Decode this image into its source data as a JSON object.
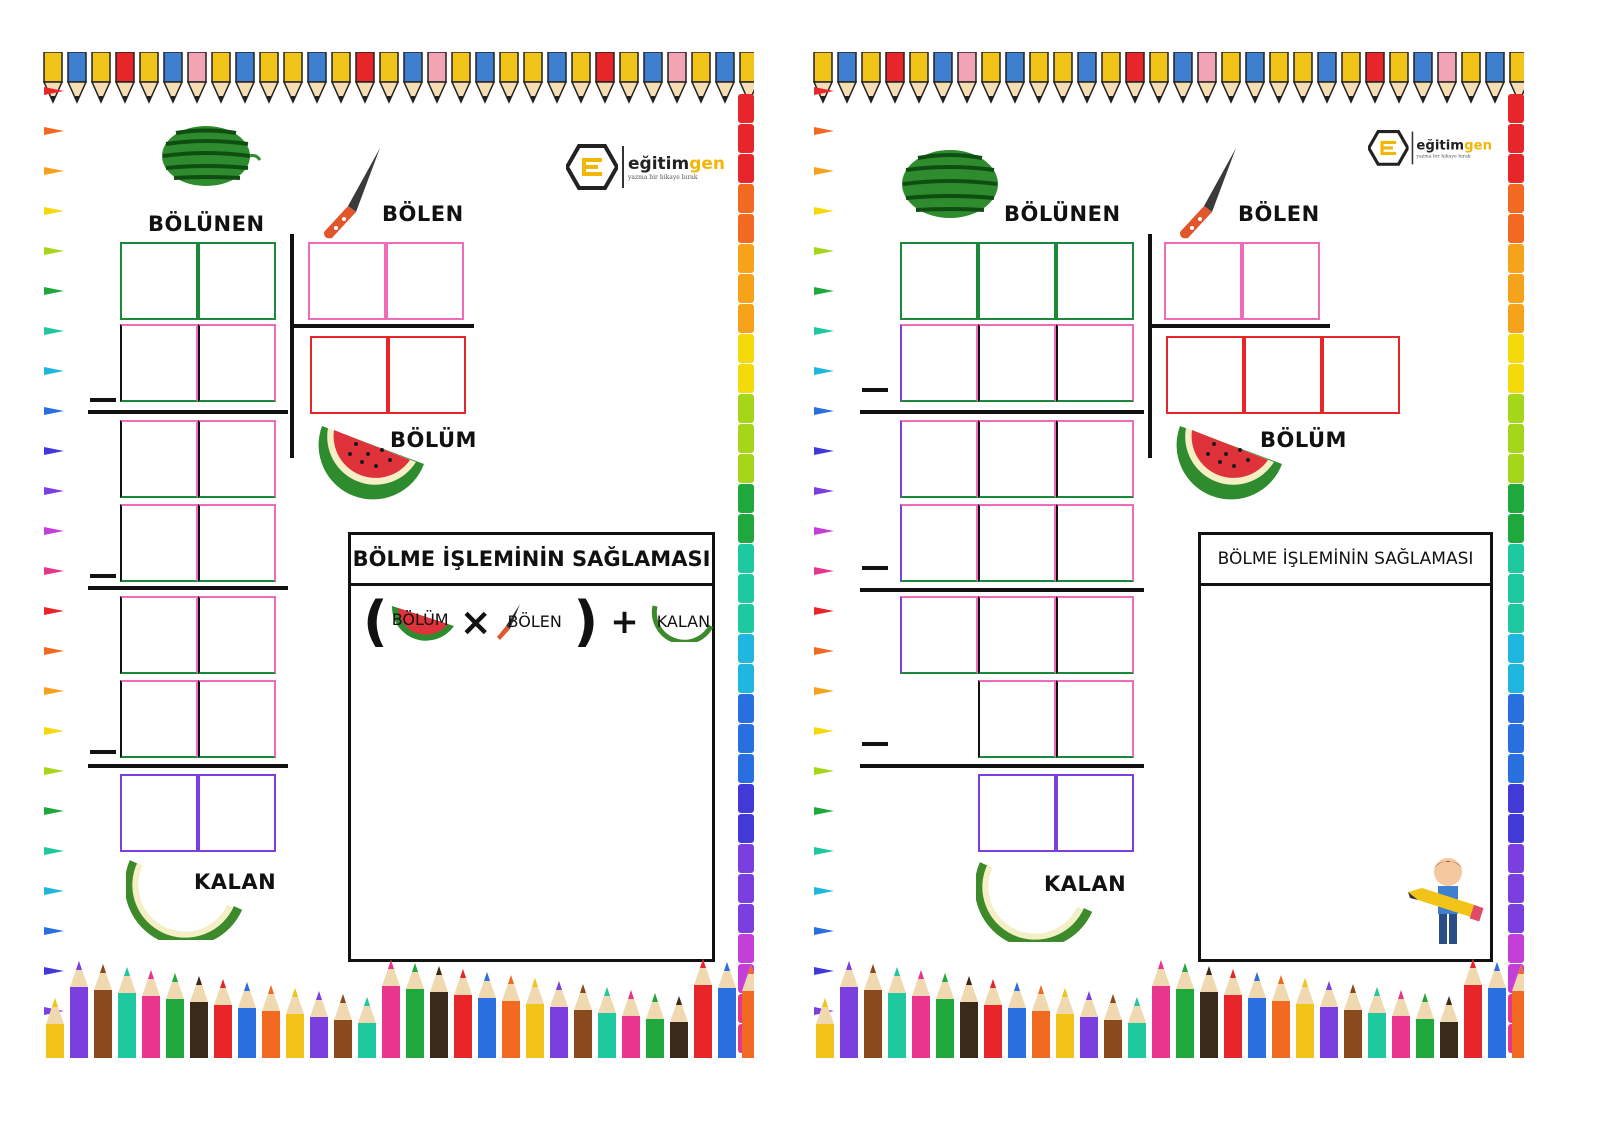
{
  "labels": {
    "dividend": "BÖLÜNEN",
    "divisor": "BÖLEN",
    "quotient": "BÖLÜM",
    "remainder": "KALAN"
  },
  "check": {
    "title": "BÖLME İŞLEMİNİN  SAĞLAMASI",
    "formula_quotient": "BÖLÜM",
    "formula_divisor": "BÖLEN",
    "formula_remainder": "KALAN",
    "times": "×",
    "plus": "+"
  },
  "logo": {
    "brand_a": "eğitim",
    "brand_b": "gen",
    "tagline": "yazma bir hikaye bırak"
  },
  "colors": {
    "green": "#1a8a3a",
    "pink": "#f06bb8",
    "red": "#e8262a",
    "purple": "#7b3fe0",
    "black": "#111111"
  }
}
